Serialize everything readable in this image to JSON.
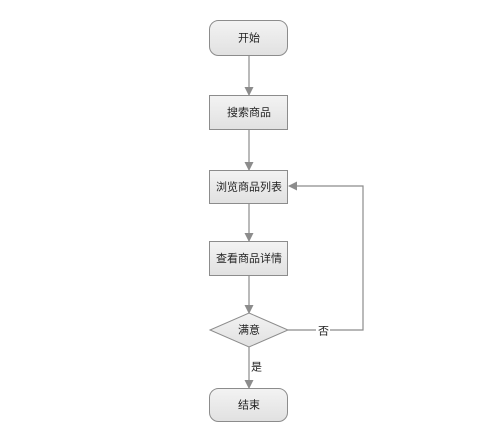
{
  "nodes": {
    "start": "开始",
    "search": "搜索商品",
    "browse": "浏览商品列表",
    "detail": "查看商品详情",
    "decision": "满意",
    "end": "结束"
  },
  "edges": {
    "no_label": "否",
    "yes_label": "是"
  },
  "colors": {
    "node_border": "#8c8c8c",
    "node_fill_top": "#f3f3f3",
    "node_fill_bottom": "#e1e1e1",
    "line": "#8c8c8c",
    "text": "#222222",
    "background": "#ffffff"
  }
}
